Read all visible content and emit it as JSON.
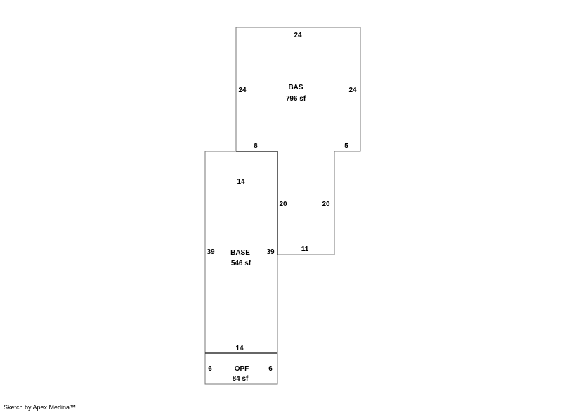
{
  "colors": {
    "outline": "#777777",
    "shared_wall": "#333333",
    "text": "#000000"
  },
  "areas": [
    {
      "name": "BAS",
      "area": "796 sf",
      "dims": {
        "top": "24",
        "left": "24",
        "right": "24",
        "bottom_left": "8",
        "bottom_right": "5",
        "inner_left": "20",
        "inner_right": "20",
        "bottom": "11"
      }
    },
    {
      "name": "BASE",
      "area": "546 sf",
      "dims": {
        "top": "14",
        "left": "39",
        "right": "39",
        "bottom": "14"
      }
    },
    {
      "name": "OPF",
      "area": "84 sf",
      "dims": {
        "left": "6",
        "right": "6"
      }
    }
  ],
  "footer": "Sketch by Apex Medina™"
}
